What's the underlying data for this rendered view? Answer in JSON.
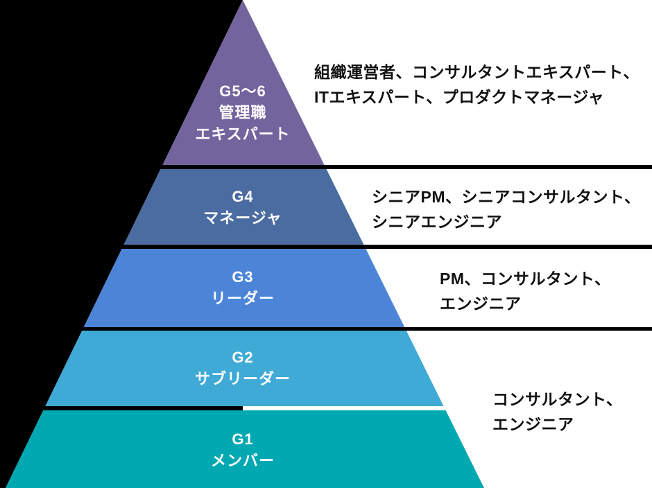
{
  "colors": {
    "background_left": "#000000",
    "background_right": "#ffffff",
    "separator_line": "#000000",
    "level_label_text": "#ffffff",
    "description_text": "#111111"
  },
  "pyramid": {
    "levels": [
      {
        "label_lines": [
          "G5〜6",
          "管理職",
          "エキスパート"
        ],
        "color": "#73649E"
      },
      {
        "label_lines": [
          "G4",
          "マネージャ"
        ],
        "color": "#4A6CA0"
      },
      {
        "label_lines": [
          "G3",
          "リーダー"
        ],
        "color": "#4C85D8"
      },
      {
        "label_lines": [
          "G2",
          "サブリーダー"
        ],
        "color": "#3FAAD6"
      },
      {
        "label_lines": [
          "G1",
          "メンバー"
        ],
        "color": "#00A8B2"
      }
    ]
  },
  "descriptions": [
    {
      "lines": [
        "組織運営者、コンサルタントエキスパート、",
        "ITエキスパート、プロダクトマネージャ"
      ]
    },
    {
      "lines": [
        "シニアPM、シニアコンサルタント、",
        "シニアエンジニア"
      ]
    },
    {
      "lines": [
        "PM、コンサルタント、",
        "エンジニア"
      ]
    },
    {
      "lines": [
        "コンサルタント、",
        "エンジニア"
      ]
    }
  ]
}
